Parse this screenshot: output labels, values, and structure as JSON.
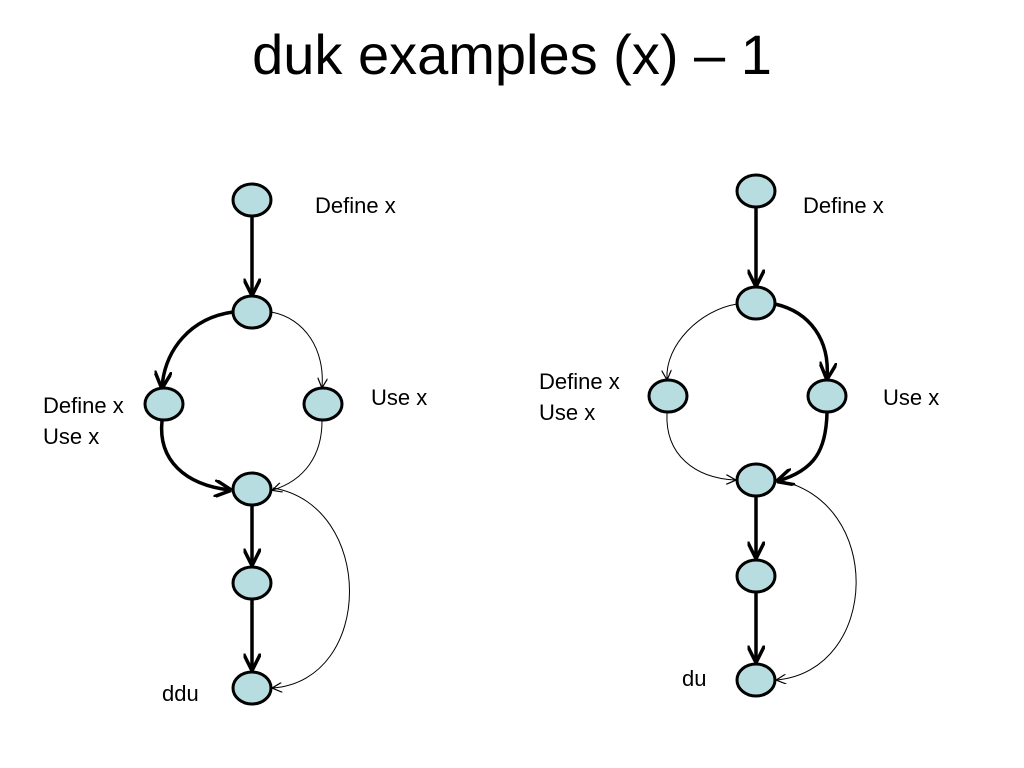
{
  "title": "duk examples (x) – 1",
  "colors": {
    "node_fill": "#b7dde0",
    "stroke": "#000000"
  },
  "left_graph": {
    "top_label": "Define x",
    "left_label_line1": "Define x",
    "left_label_line2": "Use x",
    "right_label": "Use x",
    "bottom_label": "ddu"
  },
  "right_graph": {
    "top_label": "Define x",
    "left_label_line1": "Define x",
    "left_label_line2": "Use x",
    "right_label": "Use x",
    "bottom_label": "du"
  }
}
